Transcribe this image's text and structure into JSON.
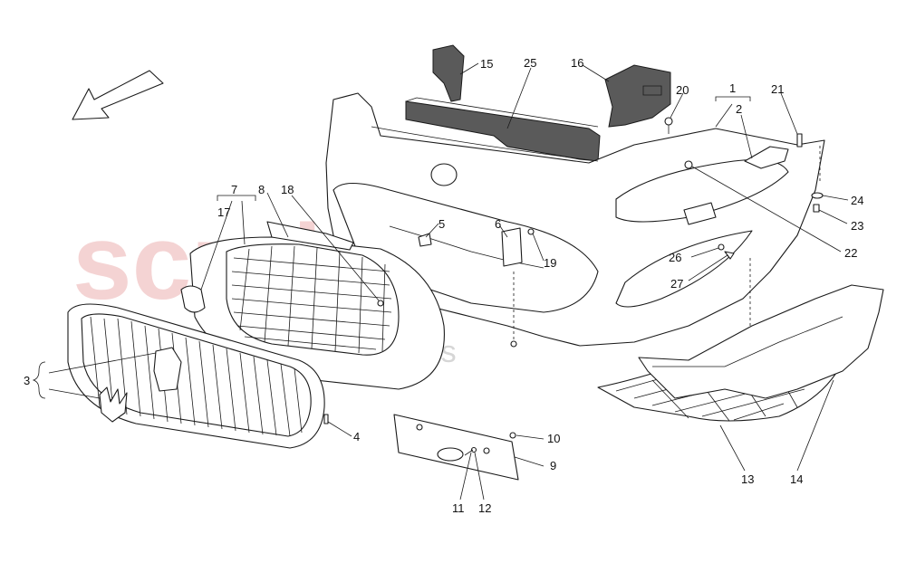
{
  "watermark": {
    "main": "scuderia",
    "sub": "parts"
  },
  "callouts": {
    "c1": "1",
    "c2": "2",
    "c3": "3",
    "c4": "4",
    "c5": "5",
    "c6": "6",
    "c7": "7",
    "c8": "8",
    "c9": "9",
    "c10": "10",
    "c11": "11",
    "c12": "12",
    "c13": "13",
    "c14": "14",
    "c15": "15",
    "c16": "16",
    "c17": "17",
    "c18": "18",
    "c19": "19",
    "c20": "20",
    "c21": "21",
    "c22": "22",
    "c23": "23",
    "c24": "24",
    "c25": "25",
    "c26": "26",
    "c27": "27"
  },
  "icons": {
    "direction": "arrow-down-left-icon",
    "checkered": "checkered-flag-icon"
  }
}
